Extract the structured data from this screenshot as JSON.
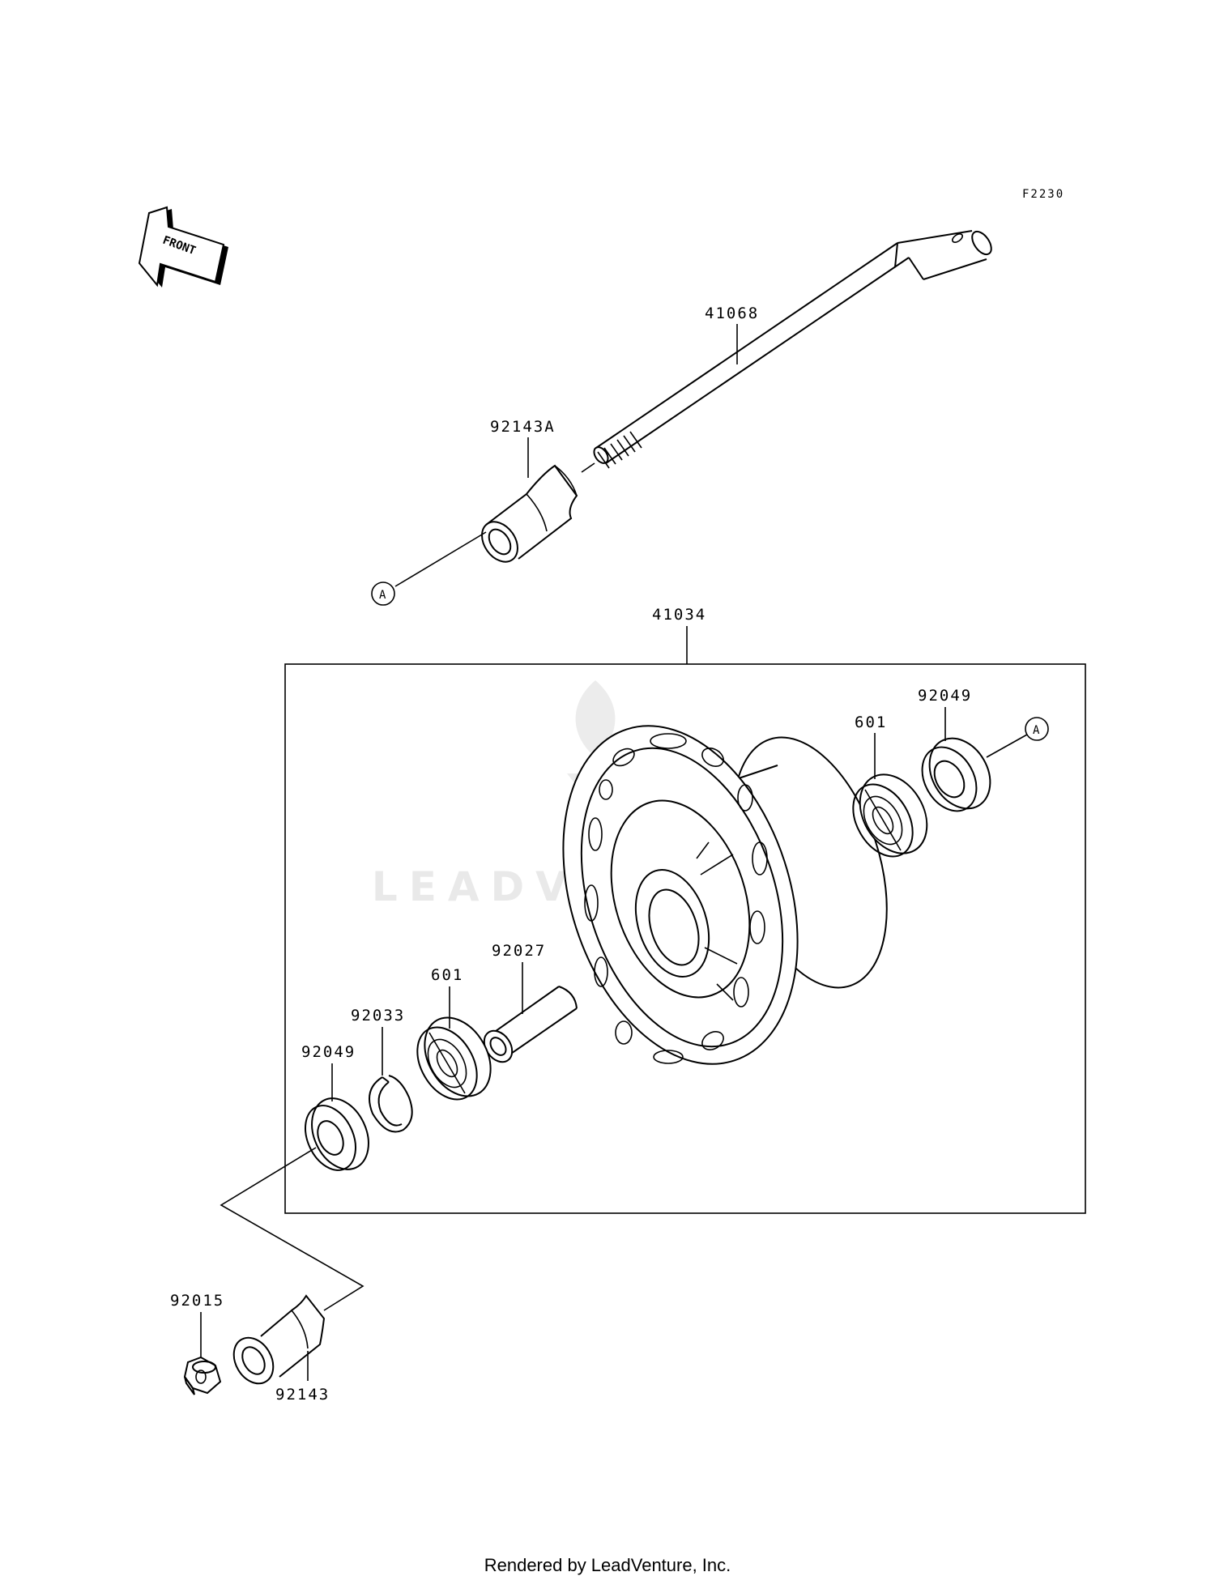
{
  "diagram_code": "F2230",
  "front_label": "FRONT",
  "watermark": "LEADVENTURE",
  "footer": "Rendered by LeadVenture, Inc.",
  "ref_marker": "A",
  "parts": {
    "axle": "41068",
    "axle_collar_left": "92143A",
    "hub_assembly": "41034",
    "bearing_right": "601",
    "seal_right": "92049",
    "spacer": "92027",
    "bearing_left": "601",
    "circlip": "92033",
    "seal_left": "92049",
    "nut": "92015",
    "collar_right": "92143"
  }
}
